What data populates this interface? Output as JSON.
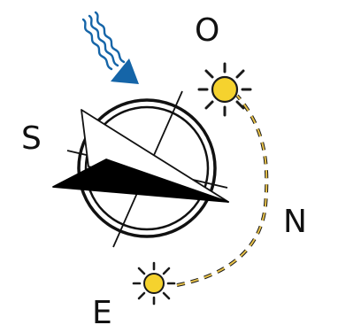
{
  "directions": {
    "south": "S",
    "west": "O",
    "north": "N",
    "east": "E"
  },
  "colors": {
    "wave_arrow": "#1565a8",
    "sun_fill": "#f5d22e",
    "sun_outline": "#1a1a1a",
    "path_dash_dark": "#1a1a1a",
    "path_dash_light": "#e8c24a",
    "compass_line": "#111111",
    "needle_dark": "#000000",
    "needle_light": "#ffffff"
  },
  "icons": {
    "wind_wave": "wavy-arrow-icon",
    "sun_rise": "sun-icon",
    "sun_set": "sun-icon",
    "compass": "compass-rose-icon"
  }
}
